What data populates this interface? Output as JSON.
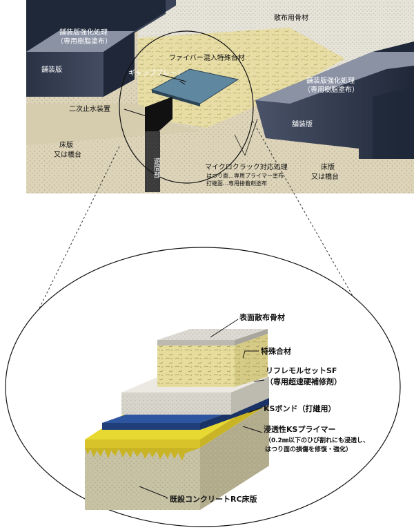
{
  "top": {
    "aggregate": "散布用骨材",
    "reinforce_left_1": "舗装版強化処理",
    "reinforce_left_2": "（専用樹脂塗布）",
    "pavement_left": "舗装版",
    "fiber_mix": "ファイバー混入特殊合材",
    "gap_plate": "ギャップブレード",
    "reinforce_right_1": "舗装版強化処理",
    "reinforce_right_2": "（専用樹脂塗布）",
    "pavement_right": "舗装版",
    "secondary_waterstop": "二次止水装置",
    "deck_left_1": "床版",
    "deck_left_2": "又は橋台",
    "gap_joint": "遊間部",
    "microcrack_title": "マイクロクラック対応処理",
    "microcrack_sub1": "はつり面…専用プライマー塗布",
    "microcrack_sub2": "打継面…専用接着剤塗布",
    "deck_right_1": "床版",
    "deck_right_2": "又は橋台"
  },
  "bottom": {
    "surface_aggregate": "表面散布骨材",
    "special_mix": "特殊合材",
    "reflemolset_1": "リフレモルセットSF",
    "reflemolset_2": "（専用超速硬補修剤）",
    "ks_bond": "KSボンド（打継用）",
    "ks_primer": "浸透性KSプライマー",
    "primer_note_1": "（0.2㎜以下のひび割れにも浸透し、",
    "primer_note_2": "はつり面の損傷を修復・強化）",
    "existing_slab": "既設コンクリートRC床版"
  },
  "colors": {
    "sky": "#1e2838",
    "pavement_top": "#8a92a4",
    "pavement_face": "#3a4357",
    "sand": "#dcd3b8",
    "gravel": "#e6e3d8",
    "fiber": "#e6dc9c",
    "gap_plate": "#5f87a0",
    "ks_bond": "#2e55a0",
    "ks_primer": "#e8d832",
    "rc_slab": "#c7c2a4"
  }
}
